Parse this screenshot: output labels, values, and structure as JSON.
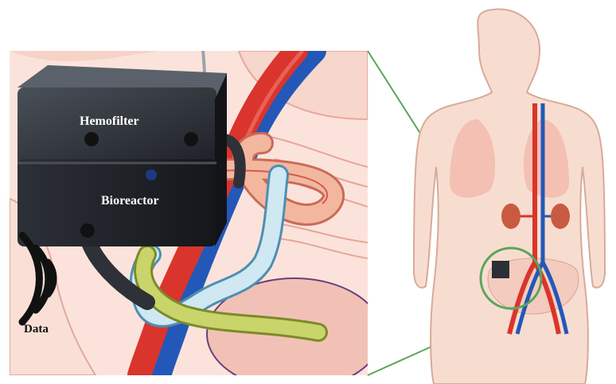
{
  "labels": {
    "hemofilter": "Hemofilter",
    "bioreactor": "Bioreactor",
    "data": "Data"
  },
  "colors": {
    "artery": "#d9352c",
    "vein": "#2358b8",
    "device_body": "#2b2f36",
    "tube_blood": "#f3b7a0",
    "tube_dialysate": "#cfe8f2",
    "tube_urine": "#c9d46a",
    "zoom_line": "#5aa55a",
    "body_skin": "#f7ddd0"
  },
  "icons": [
    "wireless-signal-icon",
    "device-icon",
    "human-body-icon"
  ]
}
